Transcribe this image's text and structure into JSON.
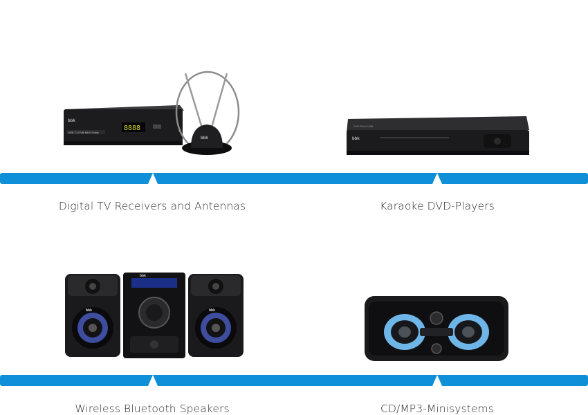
{
  "categories": [
    {
      "label": "Digital TV Receivers and Antennas",
      "icon": "tv-receiver-antenna-image"
    },
    {
      "label": "Karaoke DVD-Players",
      "icon": "dvd-player-image"
    },
    {
      "label": "Wireless Bluetooth Speakers",
      "icon": "bluetooth-speaker-image"
    },
    {
      "label": "CD/MP3-Minisystems",
      "icon": "minisystem-image"
    }
  ],
  "brand": "BBK",
  "colors": {
    "accent_bar": "#0f8fd8",
    "device_body": "#1c1c1e"
  }
}
